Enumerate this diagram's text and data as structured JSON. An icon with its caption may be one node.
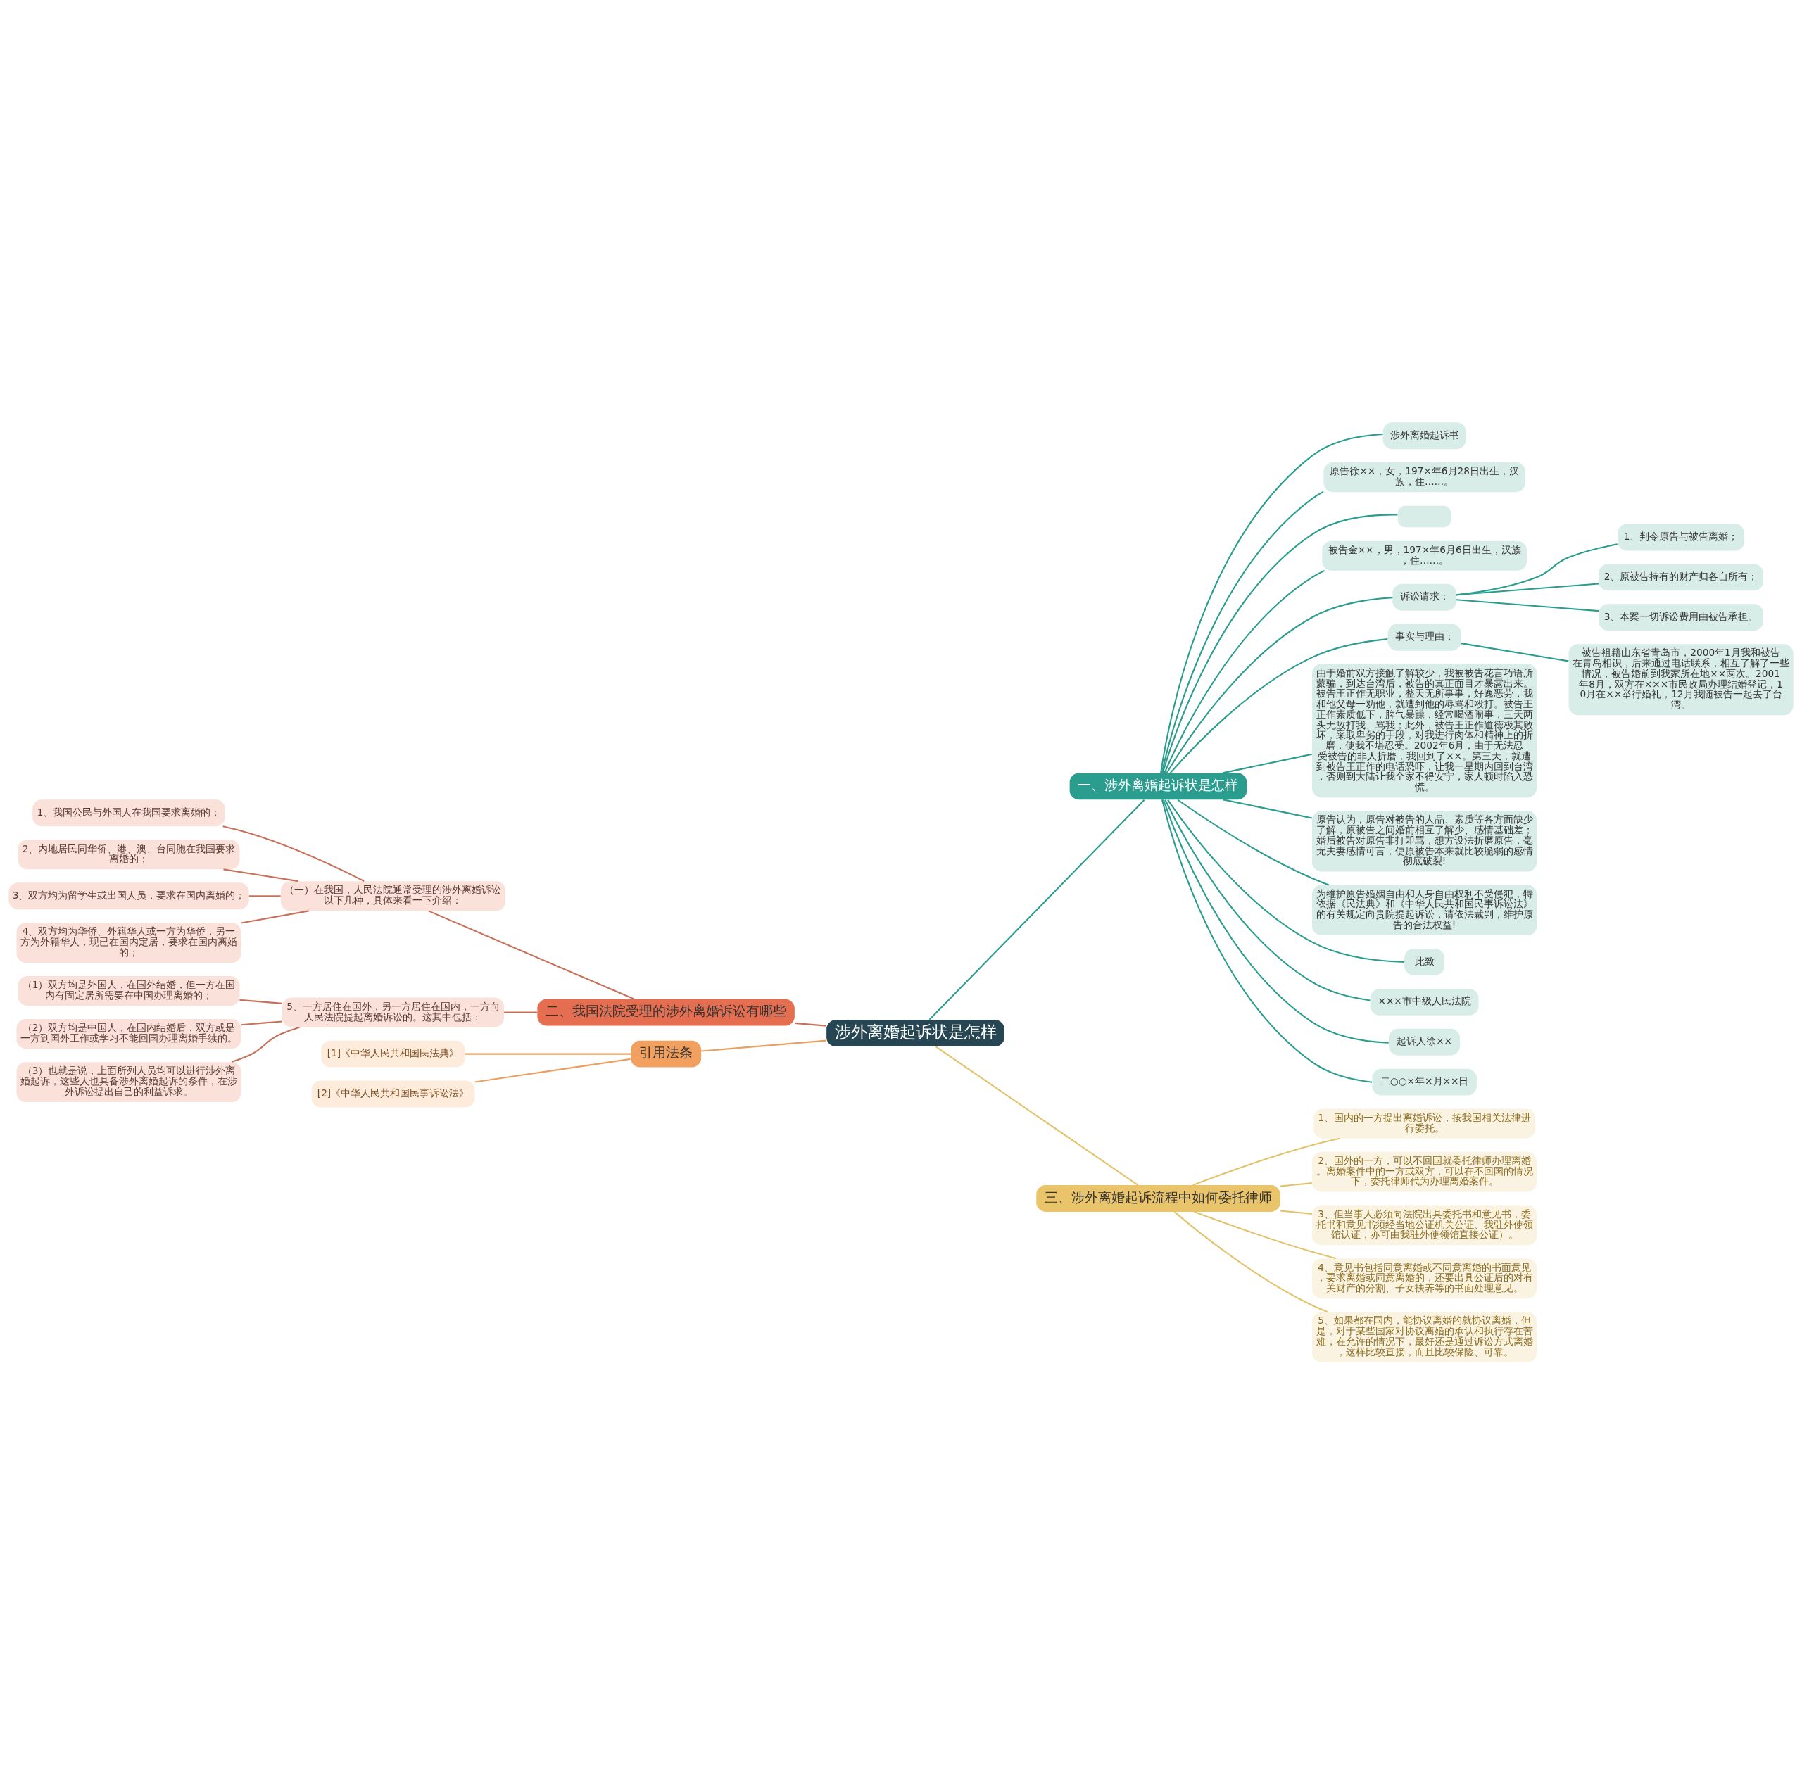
{
  "diagram": {
    "nodes": [
      {
        "text": [
          "涉外离婚起诉状是怎样"
        ]
      },
      {
        "text": [
          "一、涉外离婚起诉状是怎样"
        ]
      },
      {
        "text": [
          "涉外离婚起诉书"
        ]
      },
      {
        "text": [
          "原告徐××，女，197×年6月28日出生，汉族，住……。"
        ]
      },
      {
        "text": [],
        "shape": "box"
      },
      {
        "text": [
          "被告金××，男，197×年6月6日出生，汉族，住……。"
        ]
      },
      {
        "text": [
          "诉讼请求："
        ]
      },
      {
        "text": [
          "1、判令原告与被告离婚；"
        ]
      },
      {
        "text": [
          "2、原被告持有的财产归各自所有；"
        ]
      },
      {
        "text": [
          "3、本案一切诉讼费用由被告承担。"
        ]
      },
      {
        "text": [
          "事实与理由："
        ]
      },
      {
        "text": [
          "被告祖籍山东省青岛市，2000年1月我和被告在青岛相识，后来通过电话联系，相互了解了一些情况，被告婚前到我家所在地××两次。2001年8月，双方在×××市民政局办理结婚登记，10月在××举行婚礼，12月我随被告一起去了台湾。"
        ]
      },
      {
        "text": [
          "由于婚前双方接触了解较少，我被被告花言巧语所蒙骗，到达台湾后，被告的真正面目才暴露出来。被告王正作无职业，整天无所事事，好逸恶劳，我和他父母一劝他，就遭到他的辱骂和殴打。被告王正作素质低下，脾气暴躁，经常喝酒闹事，三天两头无故打我、骂我；此外，被告王正作道德极其败坏，采取卑劣的手段，对我进行肉体和精神上的折磨，使我不堪忍受。2002年6月，由于无法忍受被告的非人折磨，我回到了××。第三天，就遭到被告王正作的电话恐吓，让我一星期内回到台湾，否则到大陆让我全家不得安宁，家人顿时陷入恐慌。"
        ]
      },
      {
        "text": [
          "原告认为，原告对被告的人品、素质等各方面缺少了解，原被告之间婚前相互了解少、感情基础差；婚后被告对原告非打即骂，想方设法折磨原告，毫无夫妻感情可言，使原被告本来就比较脆弱的感情彻底破裂!"
        ]
      },
      {
        "text": [
          "为维护原告婚姻自由和人身自由权利不受侵犯，特依据《民法典》和《中华人民共和国民事诉讼法》的有关规定向贵院提起诉讼，请依法裁判，维护原告的合法权益!"
        ]
      },
      {
        "text": [
          "此致"
        ]
      },
      {
        "text": [
          "×××市中级人民法院"
        ]
      },
      {
        "text": [
          "起诉人徐××"
        ]
      },
      {
        "text": [
          "二○○×年×月××日"
        ]
      },
      {
        "text": [
          "二、我国法院受理的涉外离婚诉讼有哪些"
        ]
      },
      {
        "text": [
          "（一）在我国，人民法院通常受理的涉外离婚诉讼以下几种，具体来看一下介绍："
        ]
      },
      {
        "text": [
          "1、我国公民与外国人在我国要求离婚的；"
        ]
      },
      {
        "text": [
          "2、内地居民同华侨、港、澳、台同胞在我国要求离婚的；"
        ]
      },
      {
        "text": [
          "3、双方均为留学生或出国人员，要求在国内离婚的；"
        ]
      },
      {
        "text": [
          "4、双方均为华侨、外籍华人或一方为华侨，另一方为外籍华人，现已在国内定居，要求在国内离婚的；"
        ]
      },
      {
        "text": [
          "5、一方居住在国外，另一方居住在国内，一方向人民法院提起离婚诉讼的。这其中包括："
        ]
      },
      {
        "text": [
          "（1）双方均是外国人，在国外结婚，但一方在国内有固定居所需要在中国办理离婚的；"
        ]
      },
      {
        "text": [
          "（2）双方均是中国人，在国内结婚后，双方或是一方到国外工作或学习不能回国办理离婚手续的。"
        ]
      },
      {
        "text": [
          "（3）也就是说，上面所列人员均可以进行涉外离婚起诉，这些人也具备涉外离婚起诉的条件，在涉外诉讼提出自己的利益诉求。"
        ]
      },
      {
        "text": [
          "引用法条"
        ]
      },
      {
        "text": [
          "[1]《中华人民共和国民法典》"
        ]
      },
      {
        "text": [
          "[2]《中华人民共和国民事诉讼法》"
        ]
      },
      {
        "text": [
          "三、涉外离婚起诉流程中如何委托律师"
        ]
      },
      {
        "text": [
          "1、国内的一方提出离婚诉讼，按我国相关法律进行委托。"
        ]
      },
      {
        "text": [
          "2、国外的一方，可以不回国就委托律师办理离婚。离婚案件中的一方或双方，可以在不回国的情况下，委托律师代为办理离婚案件。"
        ]
      },
      {
        "text": [
          "3、但当事人必须向法院出具委托书和意见书，委托书和意见书须经当地公证机关公证、我驻外使领馆认证，亦可由我驻外使领馆直接公证）。"
        ]
      },
      {
        "text": [
          "4、意见书包括同意离婚或不同意离婚的书面意见，要求离婚或同意离婚的，还要出具公证后的对有关财产的分割、子女扶养等的书面处理意见。"
        ]
      },
      {
        "text": [
          "5、如果都在国内，能协议离婚的就协议离婚，但是，对于某些国家对协议离婚的承认和执行存在苦难，在允许的情况下，最好还是通过诉讼方式离婚，这样比较直接，而且比较保险、可靠。"
        ]
      }
    ],
    "edges": [
      {
        "from": 0,
        "to": 1,
        "arrow": "none"
      },
      {
        "from": 1,
        "to": 2,
        "arrow": "none"
      },
      {
        "from": 1,
        "to": 3,
        "arrow": "none"
      },
      {
        "from": 1,
        "to": 4,
        "arrow": "none"
      },
      {
        "from": 1,
        "to": 5,
        "arrow": "none"
      },
      {
        "from": 1,
        "to": 6,
        "arrow": "none"
      },
      {
        "from": 6,
        "to": 7,
        "arrow": "none"
      },
      {
        "from": 6,
        "to": 8,
        "arrow": "none"
      },
      {
        "from": 6,
        "to": 9,
        "arrow": "none"
      },
      {
        "from": 1,
        "to": 10,
        "arrow": "none"
      },
      {
        "from": 10,
        "to": 11,
        "arrow": "none"
      },
      {
        "from": 1,
        "to": 12,
        "arrow": "none"
      },
      {
        "from": 1,
        "to": 13,
        "arrow": "none"
      },
      {
        "from": 1,
        "to": 14,
        "arrow": "none"
      },
      {
        "from": 1,
        "to": 15,
        "arrow": "none"
      },
      {
        "from": 1,
        "to": 16,
        "arrow": "none"
      },
      {
        "from": 1,
        "to": 17,
        "arrow": "none"
      },
      {
        "from": 1,
        "to": 18,
        "arrow": "none"
      },
      {
        "from": 0,
        "to": 19,
        "arrow": "none",
        "color": "#c8705a"
      },
      {
        "from": 19,
        "to": 20,
        "arrow": "none",
        "color": "#c8705a"
      },
      {
        "from": 20,
        "to": 21,
        "arrow": "none",
        "color": "#c8705a"
      },
      {
        "from": 20,
        "to": 22,
        "arrow": "none",
        "color": "#c8705a"
      },
      {
        "from": 20,
        "to": 23,
        "arrow": "none",
        "color": "#c8705a"
      },
      {
        "from": 20,
        "to": 24,
        "arrow": "none",
        "color": "#c8705a"
      },
      {
        "from": 19,
        "to": 25,
        "arrow": "none",
        "color": "#c8705a"
      },
      {
        "from": 25,
        "to": 26,
        "arrow": "none",
        "color": "#c8705a"
      },
      {
        "from": 25,
        "to": 27,
        "arrow": "none",
        "color": "#c8705a"
      },
      {
        "from": 25,
        "to": 28,
        "arrow": "none",
        "color": "#c8705a"
      },
      {
        "from": 0,
        "to": 29,
        "arrow": "none",
        "color": "#e9a060"
      },
      {
        "from": 29,
        "to": 30,
        "arrow": "none",
        "color": "#e9a060"
      },
      {
        "from": 29,
        "to": 31,
        "arrow": "none",
        "color": "#e9a060"
      },
      {
        "from": 0,
        "to": 32,
        "arrow": "none",
        "color": "#e2c36b"
      },
      {
        "from": 32,
        "to": 33,
        "arrow": "none",
        "color": "#e2c36b"
      },
      {
        "from": 32,
        "to": 34,
        "arrow": "none",
        "color": "#e2c36b"
      },
      {
        "from": 32,
        "to": 35,
        "arrow": "none",
        "color": "#e2c36b"
      },
      {
        "from": 32,
        "to": 36,
        "arrow": "none",
        "color": "#e2c36b"
      },
      {
        "from": 32,
        "to": 37,
        "arrow": "none",
        "color": "#e2c36b"
      }
    ]
  }
}
